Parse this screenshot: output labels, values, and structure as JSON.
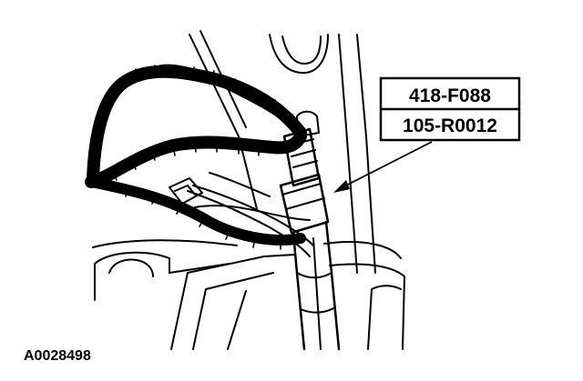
{
  "figure": {
    "callout_labels": [
      "418-F088",
      "105-R0012"
    ],
    "figure_id": "A0028498"
  },
  "colors": {
    "ink": "#000000",
    "paper": "#ffffff"
  }
}
